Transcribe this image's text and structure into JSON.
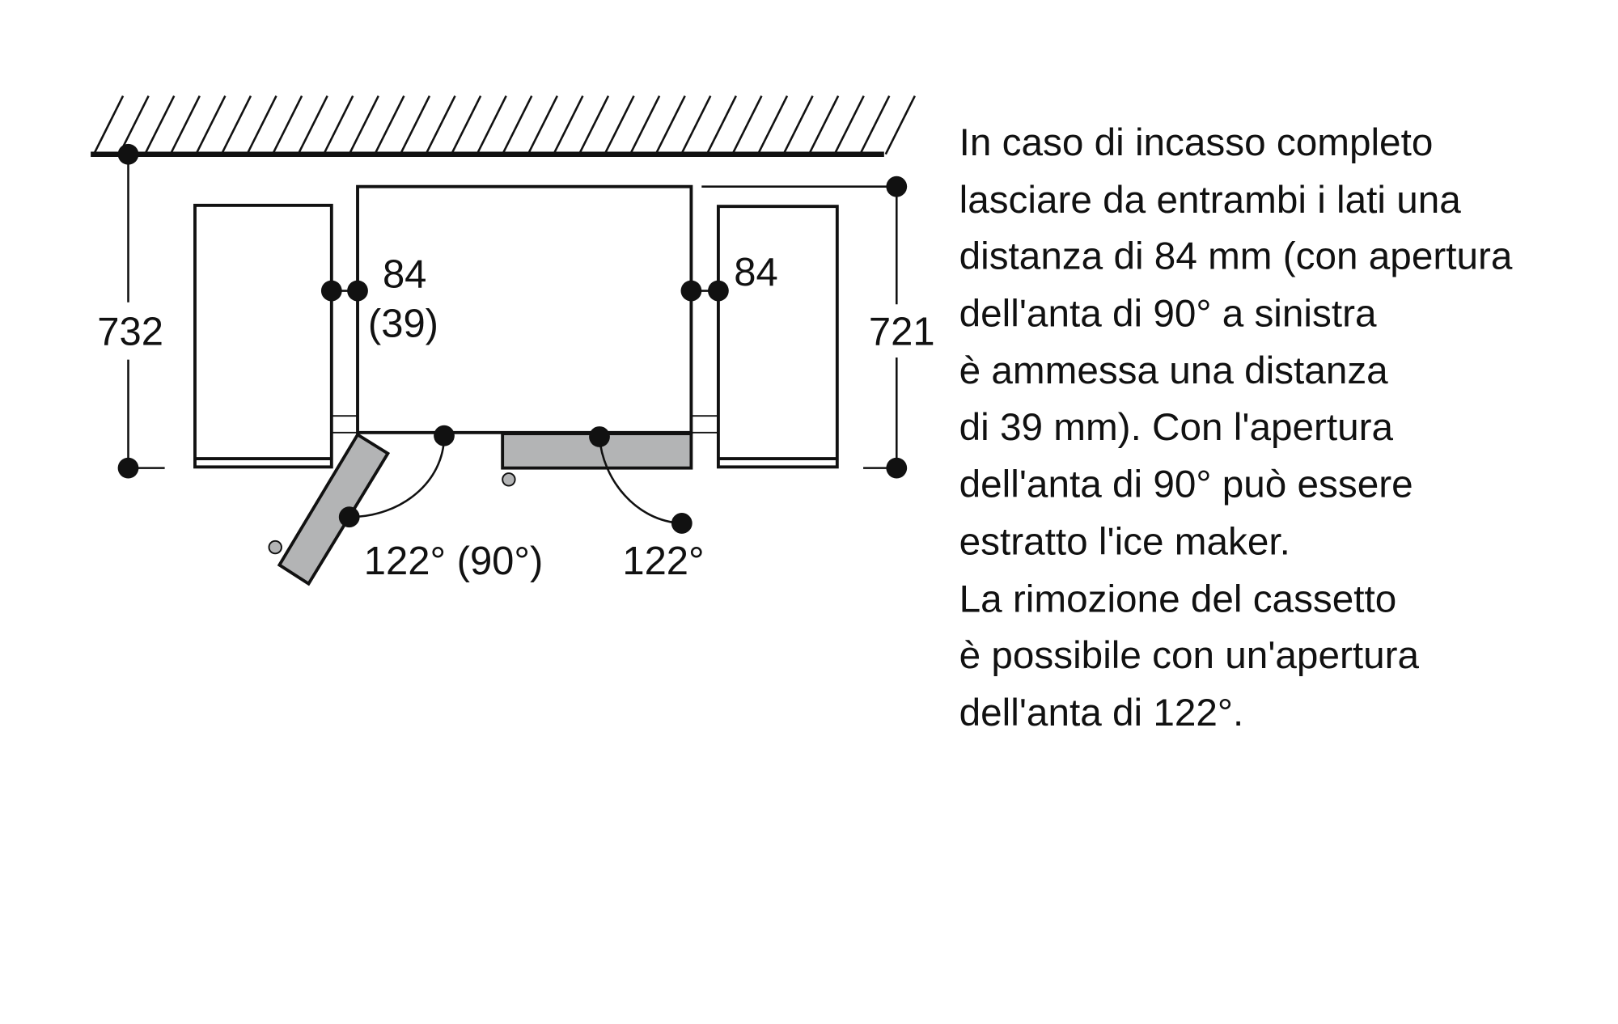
{
  "diagram": {
    "labels": {
      "left_depth": "732",
      "right_depth": "721",
      "left_gap": "84",
      "left_gap_alt": "(39)",
      "right_gap": "84",
      "door_angle": "122° (90°)",
      "drawer_angle": "122°"
    },
    "colors": {
      "line": "#111111",
      "fill_grey": "#b3b4b5"
    }
  },
  "note": {
    "lines": [
      "In caso di incasso completo",
      "lasciare da entrambi i lati una",
      "distanza di 84 mm (con apertura",
      "dell'anta di 90° a sinistra",
      "è ammessa una distanza",
      "di 39 mm). Con l'apertura",
      "dell'anta di 90° può essere",
      "estratto l'ice maker.",
      "La rimozione del cassetto",
      "è possibile con un'apertura",
      "dell'anta di 122°."
    ]
  }
}
